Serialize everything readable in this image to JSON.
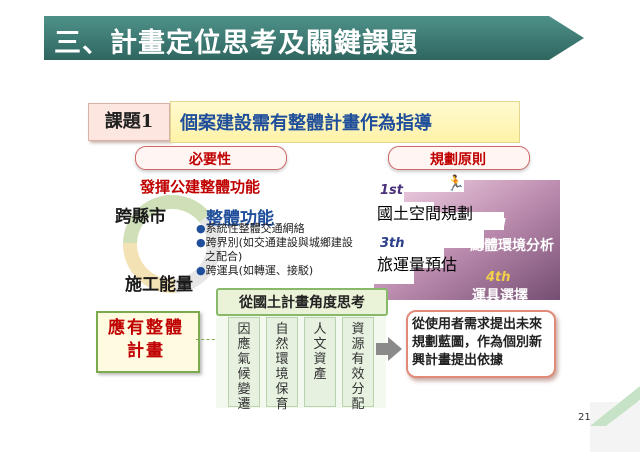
{
  "slide": {
    "title": "三、計畫定位思考及關鍵課題",
    "page_number": "21"
  },
  "topic": {
    "tag": "課題1",
    "statement": "個案建設需有整體計畫作為指導"
  },
  "necessity": {
    "header": "必要性",
    "subtitle": "發揮公建整體功能",
    "circle_1": "跨縣市",
    "circle_2": "施工能量",
    "overall_function": "整體功能",
    "bullets": [
      "系統性整體交通網絡",
      "跨界別(如交通建設與城鄉建設之配合)",
      "跨運具(如轉運、接駁)"
    ]
  },
  "principle": {
    "header": "規劃原則",
    "steps": [
      {
        "ordinal": "1st",
        "label": "國土空間規劃"
      },
      {
        "ordinal": "2nd",
        "label": "總體環境分析"
      },
      {
        "ordinal": "3th",
        "label": "旅運量預估"
      },
      {
        "ordinal": "4th",
        "label": "運具選擇"
      }
    ]
  },
  "guidance_box": "應有整體計畫",
  "national_view": {
    "header": "從國土計畫角度思考",
    "columns": [
      "因應氣候變遷",
      "自然環境保育",
      "人文資產",
      "資源有效分配"
    ]
  },
  "conclusion": "從使用者需求提出未來規劃藍圖，作為個別新興計畫提出依據",
  "colors": {
    "title_bar": "#3f7d75",
    "accent_red": "#c00000",
    "accent_blue": "#1f4e9b",
    "stair_dark": "#5c2f5a",
    "stair_light": "#d9a2c3"
  }
}
